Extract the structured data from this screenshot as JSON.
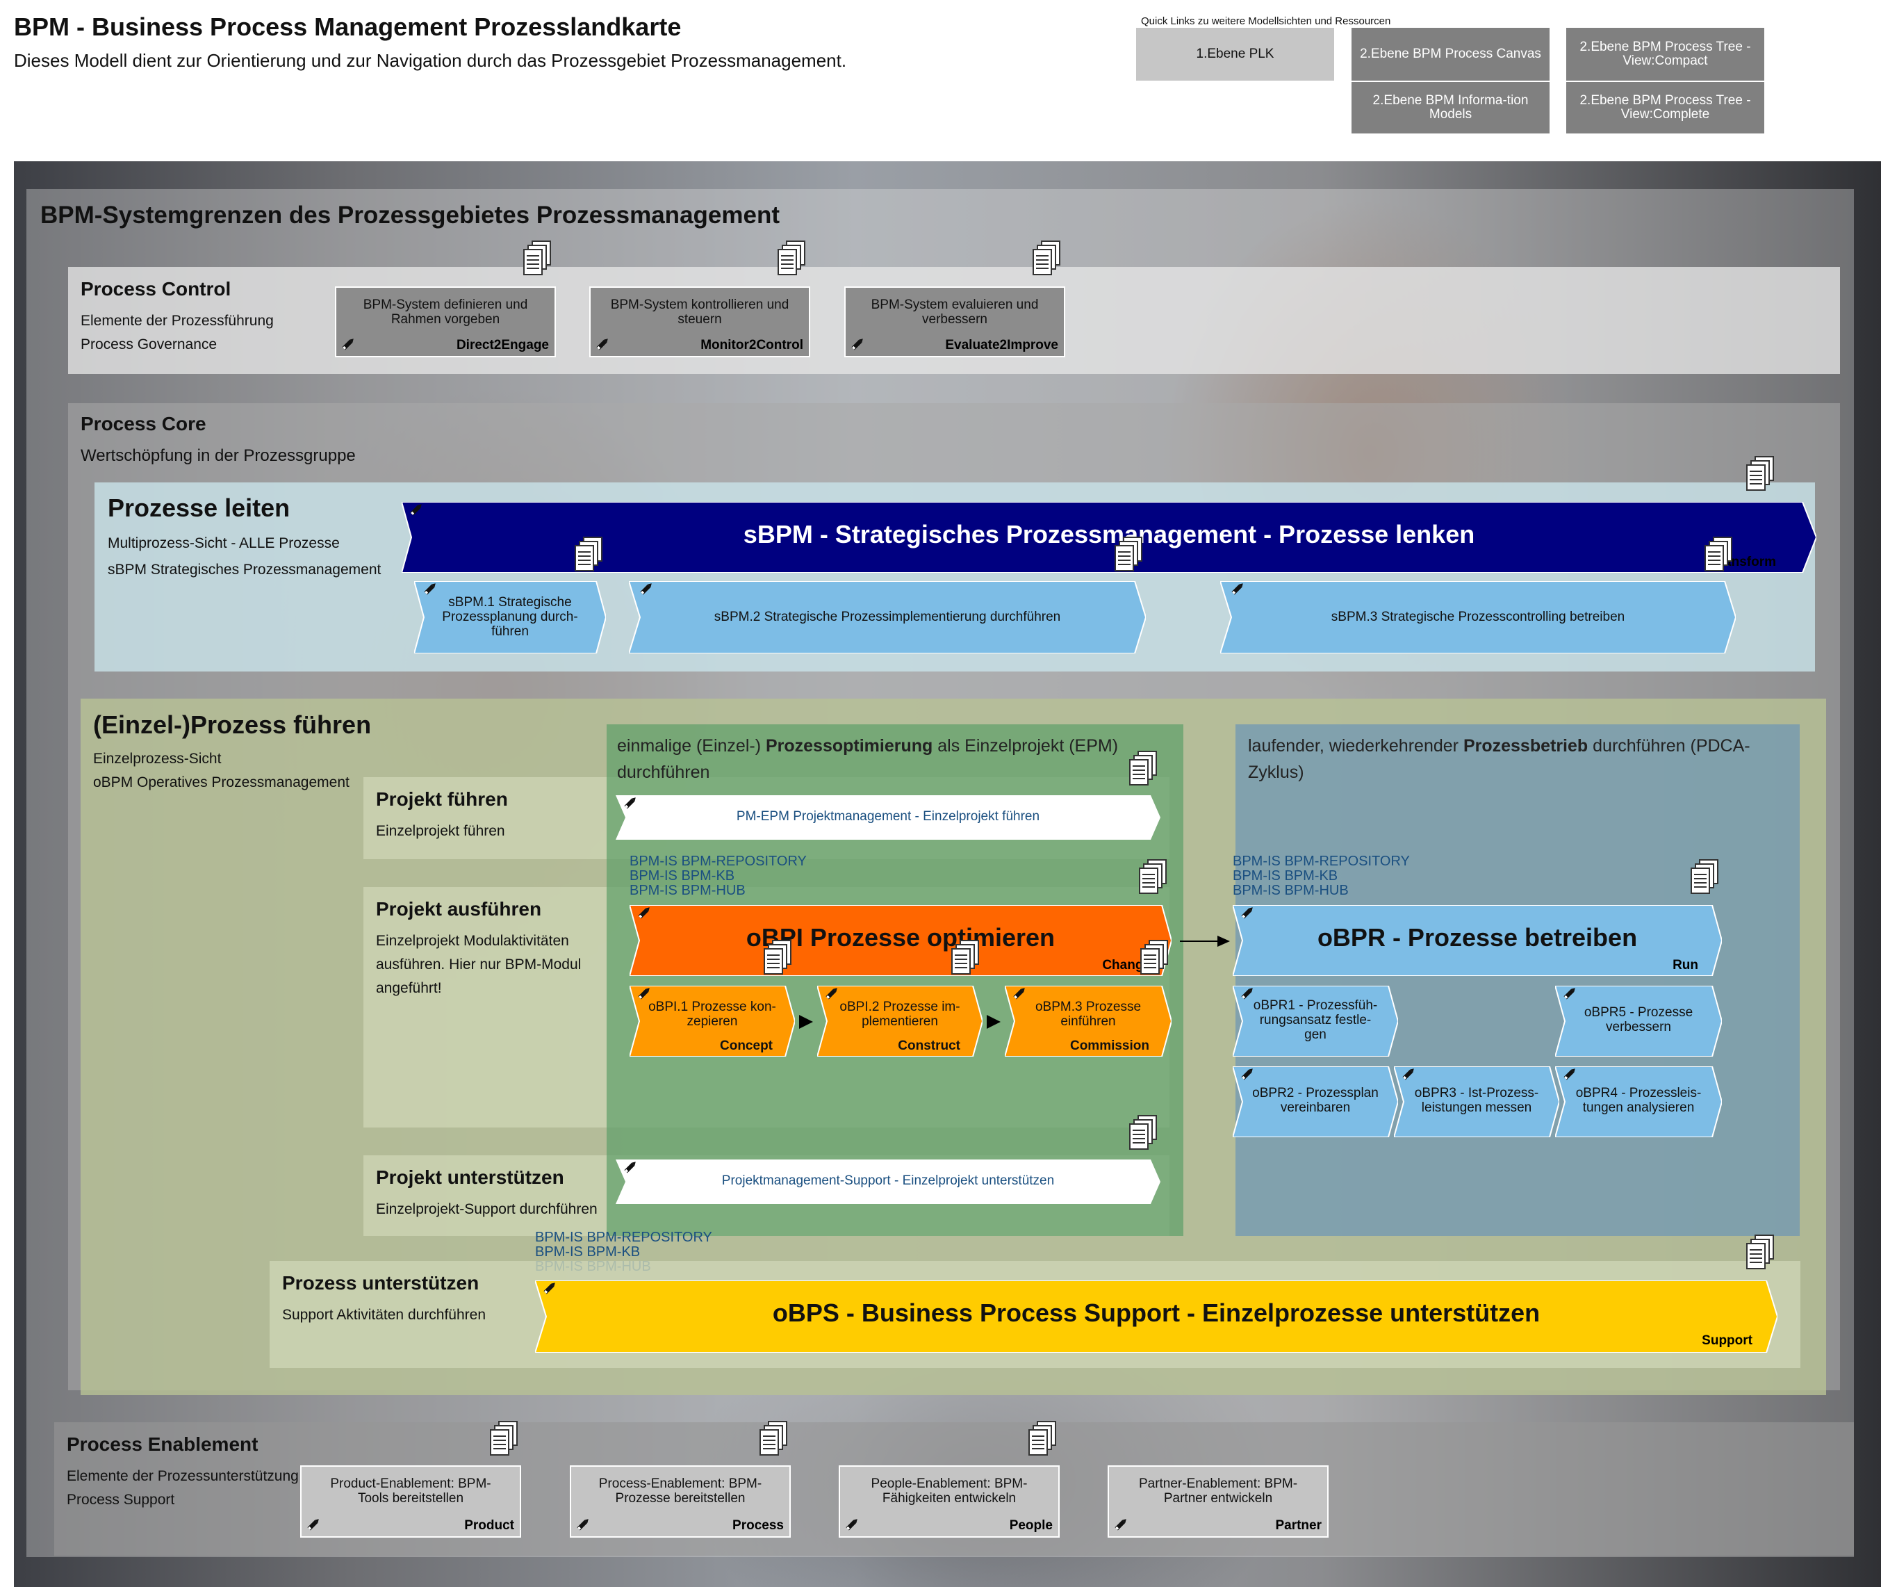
{
  "header": {
    "title": "BPM - Business Process Management Prozesslandkarte",
    "subtitle": "Dieses Modell dient zur Orientierung und zur Navigation durch das Prozessgebiet Prozessmanagement."
  },
  "quicklinks": {
    "caption": "Quick Links zu weitere Modellsichten und Ressourcen",
    "items": [
      {
        "label": "1.Ebene PLK"
      },
      {
        "label": "2.Ebene BPM Process Canvas"
      },
      {
        "label": "2.Ebene BPM Process Tree - View:Compact"
      },
      {
        "label": "2.Ebene BPM Informa-tion Models"
      },
      {
        "label": "2.Ebene BPM Process Tree - View:Complete"
      }
    ]
  },
  "boundary": {
    "title": "BPM-Systemgrenzen des Prozessgebietes Prozessmanagement"
  },
  "control": {
    "title": "Process Control",
    "desc1": "Elemente der Prozessführung",
    "desc2": "Process Governance",
    "items": [
      {
        "text": "BPM-System definieren und Rahmen vorgeben",
        "key": "Direct2Engage"
      },
      {
        "text": "BPM-System kontrollieren und steuern",
        "key": "Monitor2Control"
      },
      {
        "text": "BPM-System evaluieren und verbessern",
        "key": "Evaluate2Improve"
      }
    ]
  },
  "core": {
    "title": "Process Core",
    "desc": "Wertschöpfung in der Prozessgruppe"
  },
  "leiten": {
    "title": "Prozesse leiten",
    "desc1": "Multiprozess-Sicht - ALLE Prozesse",
    "desc2": "sBPM Strategisches Prozessmanagement",
    "main": {
      "text": "sBPM - Strategisches Prozessmanagement - Prozesse lenken",
      "key": "Transform"
    },
    "subs": [
      {
        "text": "sBPM.1 Strategische Prozessplanung durch-führen"
      },
      {
        "text": "sBPM.2 Strategische Prozessimplementierung durchführen"
      },
      {
        "text": "sBPM.3 Strategische Prozesscontrolling betreiben"
      }
    ]
  },
  "fuehren": {
    "title": "(Einzel-)Prozess führen",
    "desc1": "Einzelprozess-Sicht",
    "desc2": "oBPM Operatives Prozessmanagement"
  },
  "epm": {
    "pre": "einmalige (Einzel-) ",
    "bold": "Prozessoptimierung",
    "post": " als Einzelprojekt (EPM) durchführen"
  },
  "betrieb": {
    "pre": "laufender, wiederkehrender ",
    "bold": "Prozessbetrieb",
    "post": " durchführen (PDCA-Zyklus)"
  },
  "projekt_fuehren": {
    "title": "Projekt führen",
    "desc": "Einzelprojekt führen",
    "chevron": "PM-EPM Projektmanagement - Einzelprojekt führen"
  },
  "projekt_ausfuehren": {
    "title": "Projekt ausführen",
    "desc1": "Einzelprojekt Modulaktivitäten",
    "desc2": "ausführen. Hier nur BPM-Modul",
    "desc3": "angeführt!"
  },
  "projekt_unterstuetzen": {
    "title": "Projekt unterstützen",
    "desc": "Einzelprojekt-Support durchführen",
    "chevron": "Projektmanagement-Support - Einzelprojekt unterstützen"
  },
  "systems": {
    "s1": "BPM-IS BPM-REPOSITORY",
    "s2": "BPM-IS BPM-KB",
    "s3": "BPM-IS BPM-HUB"
  },
  "obpi": {
    "main": {
      "text": "oBPI Prozesse optimieren",
      "key": "Change"
    },
    "subs": [
      {
        "text": "oBPI.1 Prozesse kon-zepieren",
        "key": "Concept"
      },
      {
        "text": "oBPI.2 Prozesse im-plementieren",
        "key": "Construct"
      },
      {
        "text": "oBPM.3 Prozesse einführen",
        "key": "Commission"
      }
    ]
  },
  "obpr": {
    "main": {
      "text": "oBPR - Prozesse betreiben",
      "key": "Run"
    },
    "subs": [
      {
        "text": "oBPR1 - Prozessfüh-rungsansatz festle-gen"
      },
      {
        "text": "oBPR5 - Prozesse verbessern"
      },
      {
        "text": "oBPR2 - Prozessplan vereinbaren"
      },
      {
        "text": "oBPR3 - Ist-Prozess-leistungen messen"
      },
      {
        "text": "oBPR4 - Prozessleis-tungen analysieren"
      }
    ]
  },
  "support": {
    "title": "Prozess unterstützen",
    "desc": "Support Aktivitäten durchführen",
    "main": {
      "text": "oBPS - Business Process Support - Einzelprozesse unterstützen",
      "key": "Support"
    }
  },
  "enablement": {
    "title": "Process Enablement",
    "desc1": "Elemente der Prozessunterstützung",
    "desc2": "Process Support",
    "items": [
      {
        "text": "Product-Enablement: BPM-Tools bereitstellen",
        "key": "Product"
      },
      {
        "text": "Process-Enablement: BPM-Prozesse bereitstellen",
        "key": "Process"
      },
      {
        "text": "People-Enablement: BPM-Fähigkeiten entwickeln",
        "key": "People"
      },
      {
        "text": "Partner-Enablement: BPM-Partner entwickeln",
        "key": "Partner"
      }
    ]
  },
  "colors": {
    "navy": "#000080",
    "light_blue": "#7dbde6",
    "dark_orange": "#ff6600",
    "orange": "#ff9900",
    "yellow": "#ffcc00",
    "green": "#6fa877",
    "olive": "#b7c195"
  },
  "icons": {
    "pencil": "pencil-icon",
    "documents": "documents-icon",
    "arrow": "arrow-right-icon"
  }
}
